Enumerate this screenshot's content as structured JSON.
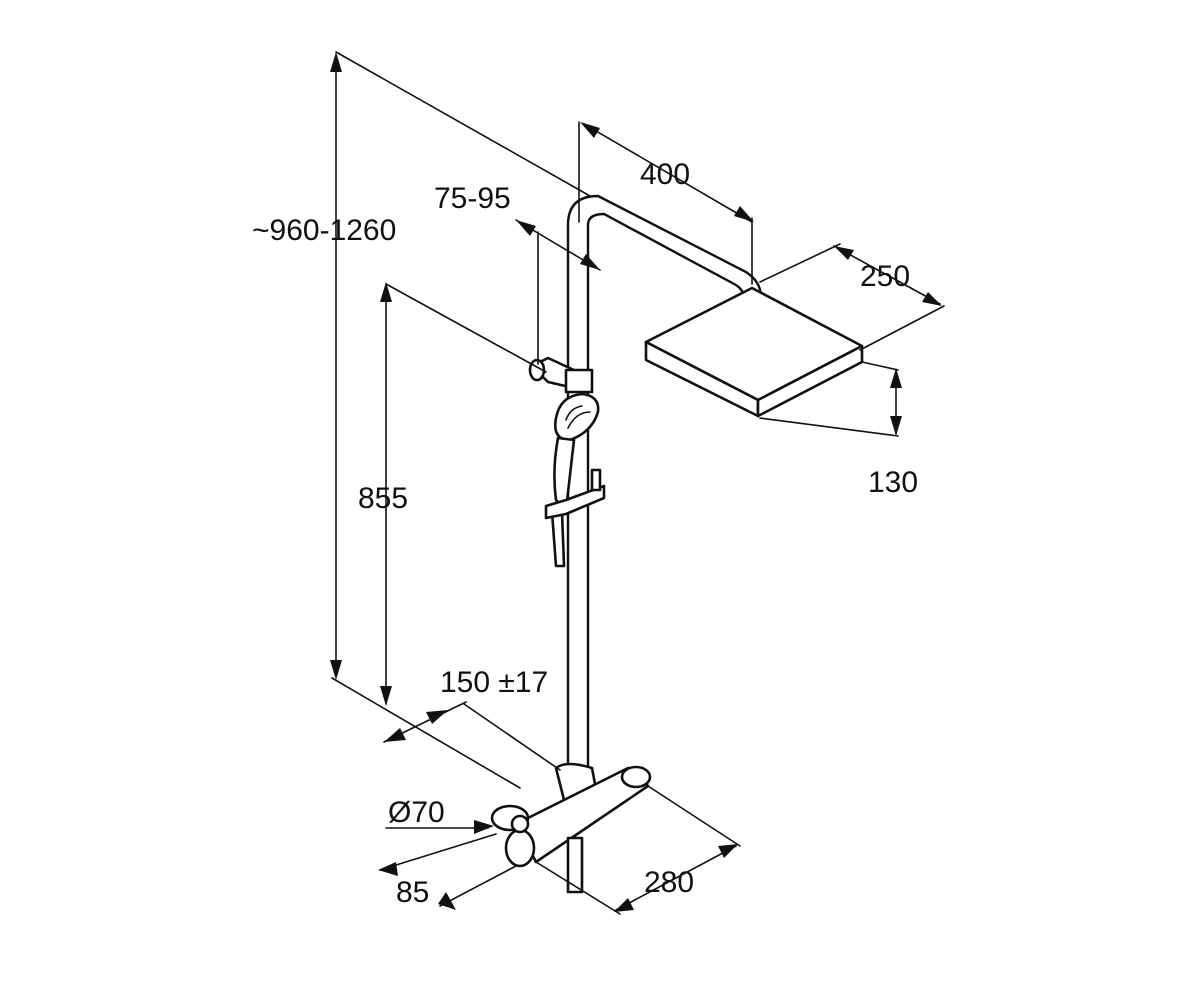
{
  "dimensions": {
    "total_height": "~960-1260",
    "wall_distance": "75-95",
    "arm_length": "400",
    "head_width": "250",
    "head_depth": "130",
    "rail_height": "855",
    "inlet_spacing": "150 ±17",
    "inlet_diameter": "Ø70",
    "mixer_depth": "85",
    "mixer_width": "280"
  }
}
